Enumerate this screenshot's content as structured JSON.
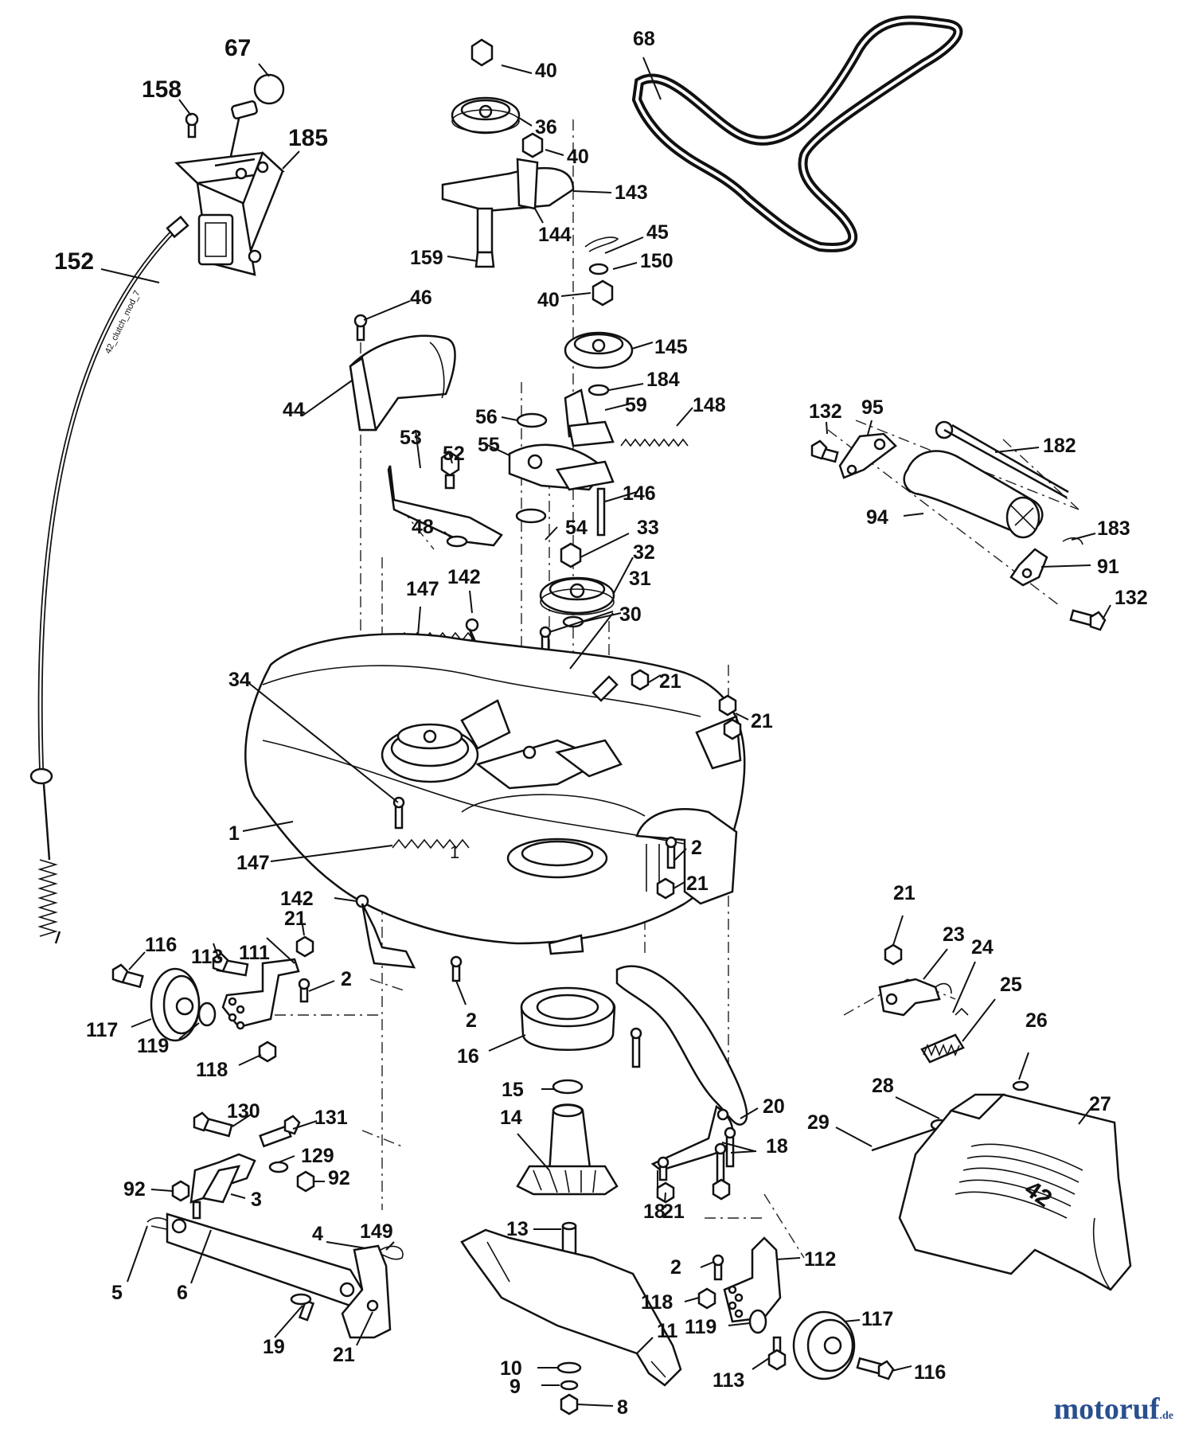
{
  "diagram": {
    "parts": [
      {
        "id": "67",
        "label": "67"
      },
      {
        "id": "158",
        "label": "158"
      },
      {
        "id": "185",
        "label": "185"
      },
      {
        "id": "152",
        "label": "152"
      },
      {
        "id": "40a",
        "label": "40"
      },
      {
        "id": "36",
        "label": "36"
      },
      {
        "id": "40b",
        "label": "40"
      },
      {
        "id": "143",
        "label": "143"
      },
      {
        "id": "144",
        "label": "144"
      },
      {
        "id": "159",
        "label": "159"
      },
      {
        "id": "68",
        "label": "68"
      },
      {
        "id": "45",
        "label": "45"
      },
      {
        "id": "150",
        "label": "150"
      },
      {
        "id": "40c",
        "label": "40"
      },
      {
        "id": "46",
        "label": "46"
      },
      {
        "id": "145",
        "label": "145"
      },
      {
        "id": "184",
        "label": "184"
      },
      {
        "id": "44",
        "label": "44"
      },
      {
        "id": "59",
        "label": "59"
      },
      {
        "id": "148",
        "label": "148"
      },
      {
        "id": "56",
        "label": "56"
      },
      {
        "id": "55",
        "label": "55"
      },
      {
        "id": "53",
        "label": "53"
      },
      {
        "id": "52",
        "label": "52"
      },
      {
        "id": "146",
        "label": "146"
      },
      {
        "id": "48",
        "label": "48"
      },
      {
        "id": "54",
        "label": "54"
      },
      {
        "id": "33",
        "label": "33"
      },
      {
        "id": "32",
        "label": "32"
      },
      {
        "id": "31",
        "label": "31"
      },
      {
        "id": "147a",
        "label": "147"
      },
      {
        "id": "142a",
        "label": "142"
      },
      {
        "id": "30",
        "label": "30"
      },
      {
        "id": "132a",
        "label": "132"
      },
      {
        "id": "95",
        "label": "95"
      },
      {
        "id": "182",
        "label": "182"
      },
      {
        "id": "94",
        "label": "94"
      },
      {
        "id": "183",
        "label": "183"
      },
      {
        "id": "91",
        "label": "91"
      },
      {
        "id": "132b",
        "label": "132"
      },
      {
        "id": "34",
        "label": "34"
      },
      {
        "id": "21a",
        "label": "21"
      },
      {
        "id": "21b",
        "label": "21"
      },
      {
        "id": "1",
        "label": "1"
      },
      {
        "id": "147b",
        "label": "147"
      },
      {
        "id": "2a",
        "label": "2"
      },
      {
        "id": "21c",
        "label": "21"
      },
      {
        "id": "142b",
        "label": "142"
      },
      {
        "id": "21d",
        "label": "21"
      },
      {
        "id": "23",
        "label": "23"
      },
      {
        "id": "24",
        "label": "24"
      },
      {
        "id": "25",
        "label": "25"
      },
      {
        "id": "116a",
        "label": "116"
      },
      {
        "id": "113a",
        "label": "113"
      },
      {
        "id": "111",
        "label": "111"
      },
      {
        "id": "21e",
        "label": "21"
      },
      {
        "id": "2b",
        "label": "2"
      },
      {
        "id": "2c",
        "label": "2"
      },
      {
        "id": "117a",
        "label": "117"
      },
      {
        "id": "119a",
        "label": "119"
      },
      {
        "id": "118a",
        "label": "118"
      },
      {
        "id": "16",
        "label": "16"
      },
      {
        "id": "26",
        "label": "26"
      },
      {
        "id": "27",
        "label": "27"
      },
      {
        "id": "28",
        "label": "28"
      },
      {
        "id": "15",
        "label": "15"
      },
      {
        "id": "20",
        "label": "20"
      },
      {
        "id": "29",
        "label": "29"
      },
      {
        "id": "14",
        "label": "14"
      },
      {
        "id": "18a",
        "label": "18"
      },
      {
        "id": "130",
        "label": "130"
      },
      {
        "id": "131",
        "label": "131"
      },
      {
        "id": "129",
        "label": "129"
      },
      {
        "id": "92a",
        "label": "92"
      },
      {
        "id": "92b",
        "label": "92"
      },
      {
        "id": "3",
        "label": "3"
      },
      {
        "id": "18b",
        "label": "18"
      },
      {
        "id": "21f",
        "label": "21"
      },
      {
        "id": "4",
        "label": "4"
      },
      {
        "id": "149",
        "label": "149"
      },
      {
        "id": "13",
        "label": "13"
      },
      {
        "id": "112",
        "label": "112"
      },
      {
        "id": "5",
        "label": "5"
      },
      {
        "id": "6",
        "label": "6"
      },
      {
        "id": "2d",
        "label": "2"
      },
      {
        "id": "118b",
        "label": "118"
      },
      {
        "id": "11",
        "label": "11"
      },
      {
        "id": "119b",
        "label": "119"
      },
      {
        "id": "117b",
        "label": "117"
      },
      {
        "id": "19",
        "label": "19"
      },
      {
        "id": "21g",
        "label": "21"
      },
      {
        "id": "10",
        "label": "10"
      },
      {
        "id": "9",
        "label": "9"
      },
      {
        "id": "113b",
        "label": "113"
      },
      {
        "id": "116b",
        "label": "116"
      },
      {
        "id": "8",
        "label": "8"
      }
    ],
    "part_texts": {
      "cable_code": "42_clutch_mod_7",
      "deck_number": "1",
      "chute_marking": "42"
    }
  },
  "watermark": {
    "text": "motoruf",
    "suffix": ".de"
  }
}
